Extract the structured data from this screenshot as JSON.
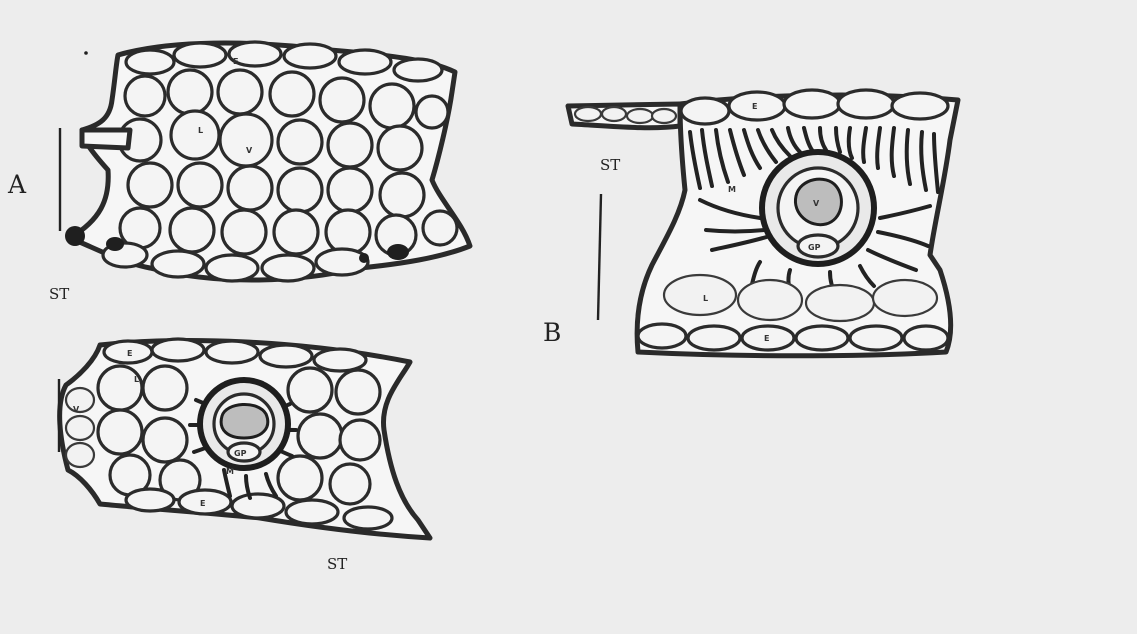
{
  "figure": {
    "panel_a": {
      "label": "A",
      "stomata_label": "ST"
    },
    "panel_b": {
      "label": "B",
      "stomata_label": "ST"
    },
    "panel_c": {
      "stomata_label": "ST"
    },
    "cell_labels": {
      "a_epidermis": "E",
      "a_lacuna": "L",
      "a_vein": "V",
      "b_epidermis_top": "E",
      "b_mesophyll": "M",
      "b_vein": "V",
      "b_phloem": "GP",
      "b_lacuna": "L",
      "b_epidermis_bottom": "E",
      "c_epidermis_top": "E",
      "c_lacuna": "L",
      "c_phloem": "GP",
      "c_mesophyll": "M",
      "c_epidermis_bottom": "E",
      "c_side": "V"
    }
  }
}
